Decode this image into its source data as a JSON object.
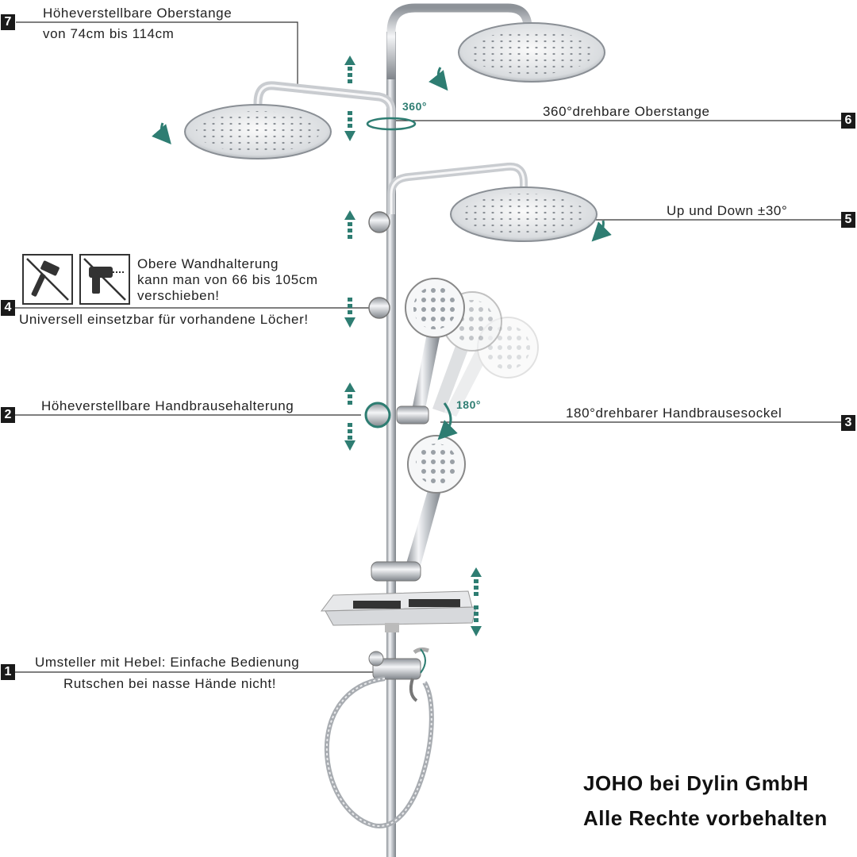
{
  "callouts": [
    {
      "number": "7",
      "lines": [
        "Höheverstellbare Oberstange",
        "von 74cm bis 114cm"
      ]
    },
    {
      "number": "6",
      "lines": [
        "360°drehbare Oberstange"
      ]
    },
    {
      "number": "5",
      "lines": [
        "Up und Down ±30°"
      ]
    },
    {
      "number": "4",
      "lines": [
        "Obere Wandhalterung",
        "kann man von 66 bis 105cm",
        "verschieben!",
        "Universell einsetzbar für vorhandene Löcher!"
      ]
    },
    {
      "number": "2",
      "lines": [
        "Höheverstellbare Handbrausehalterung"
      ]
    },
    {
      "number": "3",
      "lines": [
        "180°drehbarer Handbrausesockel"
      ]
    },
    {
      "number": "1",
      "lines": [
        "Umsteller mit Hebel: Einfache Bedienung",
        "Rutschen bei nasse Hände nicht!"
      ]
    }
  ],
  "angles": {
    "top": "360°",
    "mid": "180°"
  },
  "icons": [
    "no-hammer-icon",
    "no-drill-icon"
  ],
  "copyright": [
    "JOHO bei Dylin GmbH",
    "Alle Rechte vorbehalten"
  ],
  "colors": {
    "accent": "#2e7d72",
    "chrome": "#b8bcc2",
    "label_box": "#1a1a1a"
  }
}
